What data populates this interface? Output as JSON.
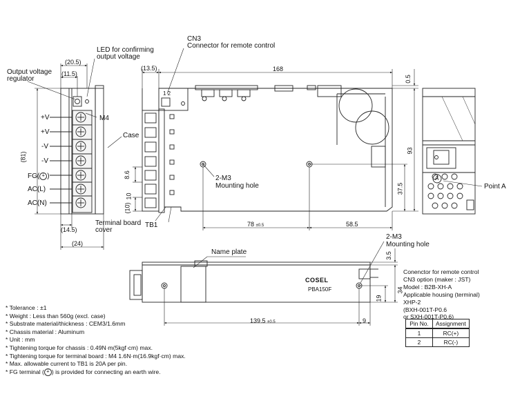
{
  "labels": {
    "led": [
      "LED for confirming",
      "output voltage"
    ],
    "regulator": [
      "Output voltage",
      "regulator"
    ],
    "m4": "M4",
    "case": "Case",
    "tb_cover": [
      "Terminal board",
      "cover"
    ],
    "tb1": "TB1",
    "cn3_title": "CN3",
    "cn3_desc": "Connector for remote control",
    "cn3_pins": "1 2",
    "mount_top": [
      "2-M3",
      "Mounting hole"
    ],
    "point_a": "Point A",
    "point_a_marker": "A",
    "name_plate": "Name plate",
    "mount_bottom": [
      "2-M3",
      "Mounting hole"
    ],
    "brand": "COSEL",
    "model": "PBA150F",
    "terminals": [
      "+V",
      "+V",
      "-V",
      "-V",
      "FG(",
      "AC(L)",
      "AC(N)"
    ],
    "fg_symbol": "⏚",
    "fg_suffix": ")"
  },
  "dimensions": {
    "d20_5": "(20.5)",
    "d11_5": "(11.5)",
    "d81": "(81)",
    "d14_5": "(14.5)",
    "d24": "(24)",
    "d8_6": "8.6",
    "d10a": "10",
    "d10b": "(10)",
    "d13_5": "(13.5)",
    "d168": "168",
    "d0_5": "0.5",
    "d93": "93",
    "d37_5": "37.5",
    "d78": "78",
    "d78_tol": "±0.5",
    "d58_5": "58.5",
    "d3_5": "3.5",
    "d34": "34",
    "d19": "19",
    "d139_5": "139.5",
    "d139_tol": "±0.5",
    "d9": "9"
  },
  "notes": [
    "* Tolerance : ±1",
    "* Weight : Less than 560g (excl. case)",
    "* Substrate material/thickness : CEM3/1.6mm",
    "* Chassis material : Aluminum",
    "* Unit : mm",
    "* Tightening torque for chassis : 0.49N·m(5kgf·cm) max.",
    "* Tightening torque for terminal board : M4 1.6N·m(16.9kgf·cm) max.",
    "* Max. allowable current to TB1 is 20A per pin."
  ],
  "fg_note": {
    "prefix": "* FG terminal (",
    "symbol": "⏚",
    "suffix": ") is provided for connecting an earth wire."
  },
  "connector_info": {
    "title": "Conenctor for remote control",
    "lines": [
      "CN3 option (maker : JST)",
      "Model : B2B-XH-A",
      "Applicable housing (terminal)",
      "XHP-2",
      "(BXH-001T-P0.6",
      " or SXH-001T-P0.6)"
    ]
  },
  "pin_table": {
    "headers": [
      "Pin No.",
      "Assignment"
    ],
    "rows": [
      [
        "1",
        "RC(+)"
      ],
      [
        "2",
        "RC(-)"
      ]
    ]
  }
}
